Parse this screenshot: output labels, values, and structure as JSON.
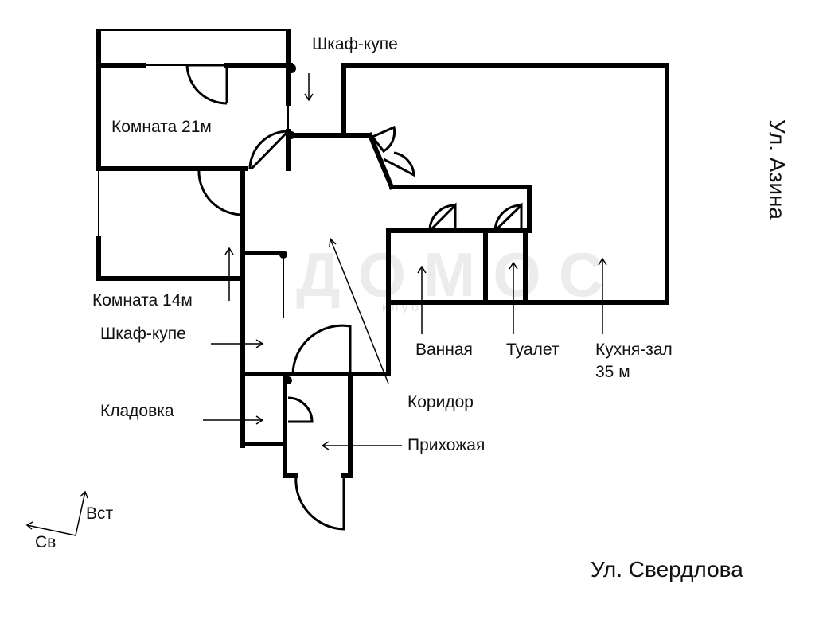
{
  "labels": {
    "wardrobe_top": "Шкаф-купе",
    "room21": "Комната 21м",
    "room14": "Комната 14м",
    "wardrobe_left": "Шкаф-купе",
    "storage": "Кладовка",
    "hallway": "Прихожая",
    "corridor": "Коридор",
    "bathroom": "Ванная",
    "toilet": "Туалет",
    "kitchen_line1": "Кухня-зал",
    "kitchen_line2": "35 м"
  },
  "streets": {
    "east": "Ул. Азина",
    "south": "Ул. Свердлова"
  },
  "compass": {
    "east_label": "Вст",
    "north_label": "Св"
  },
  "watermark": {
    "main": "ДОМОС",
    "sub": "клуб"
  }
}
